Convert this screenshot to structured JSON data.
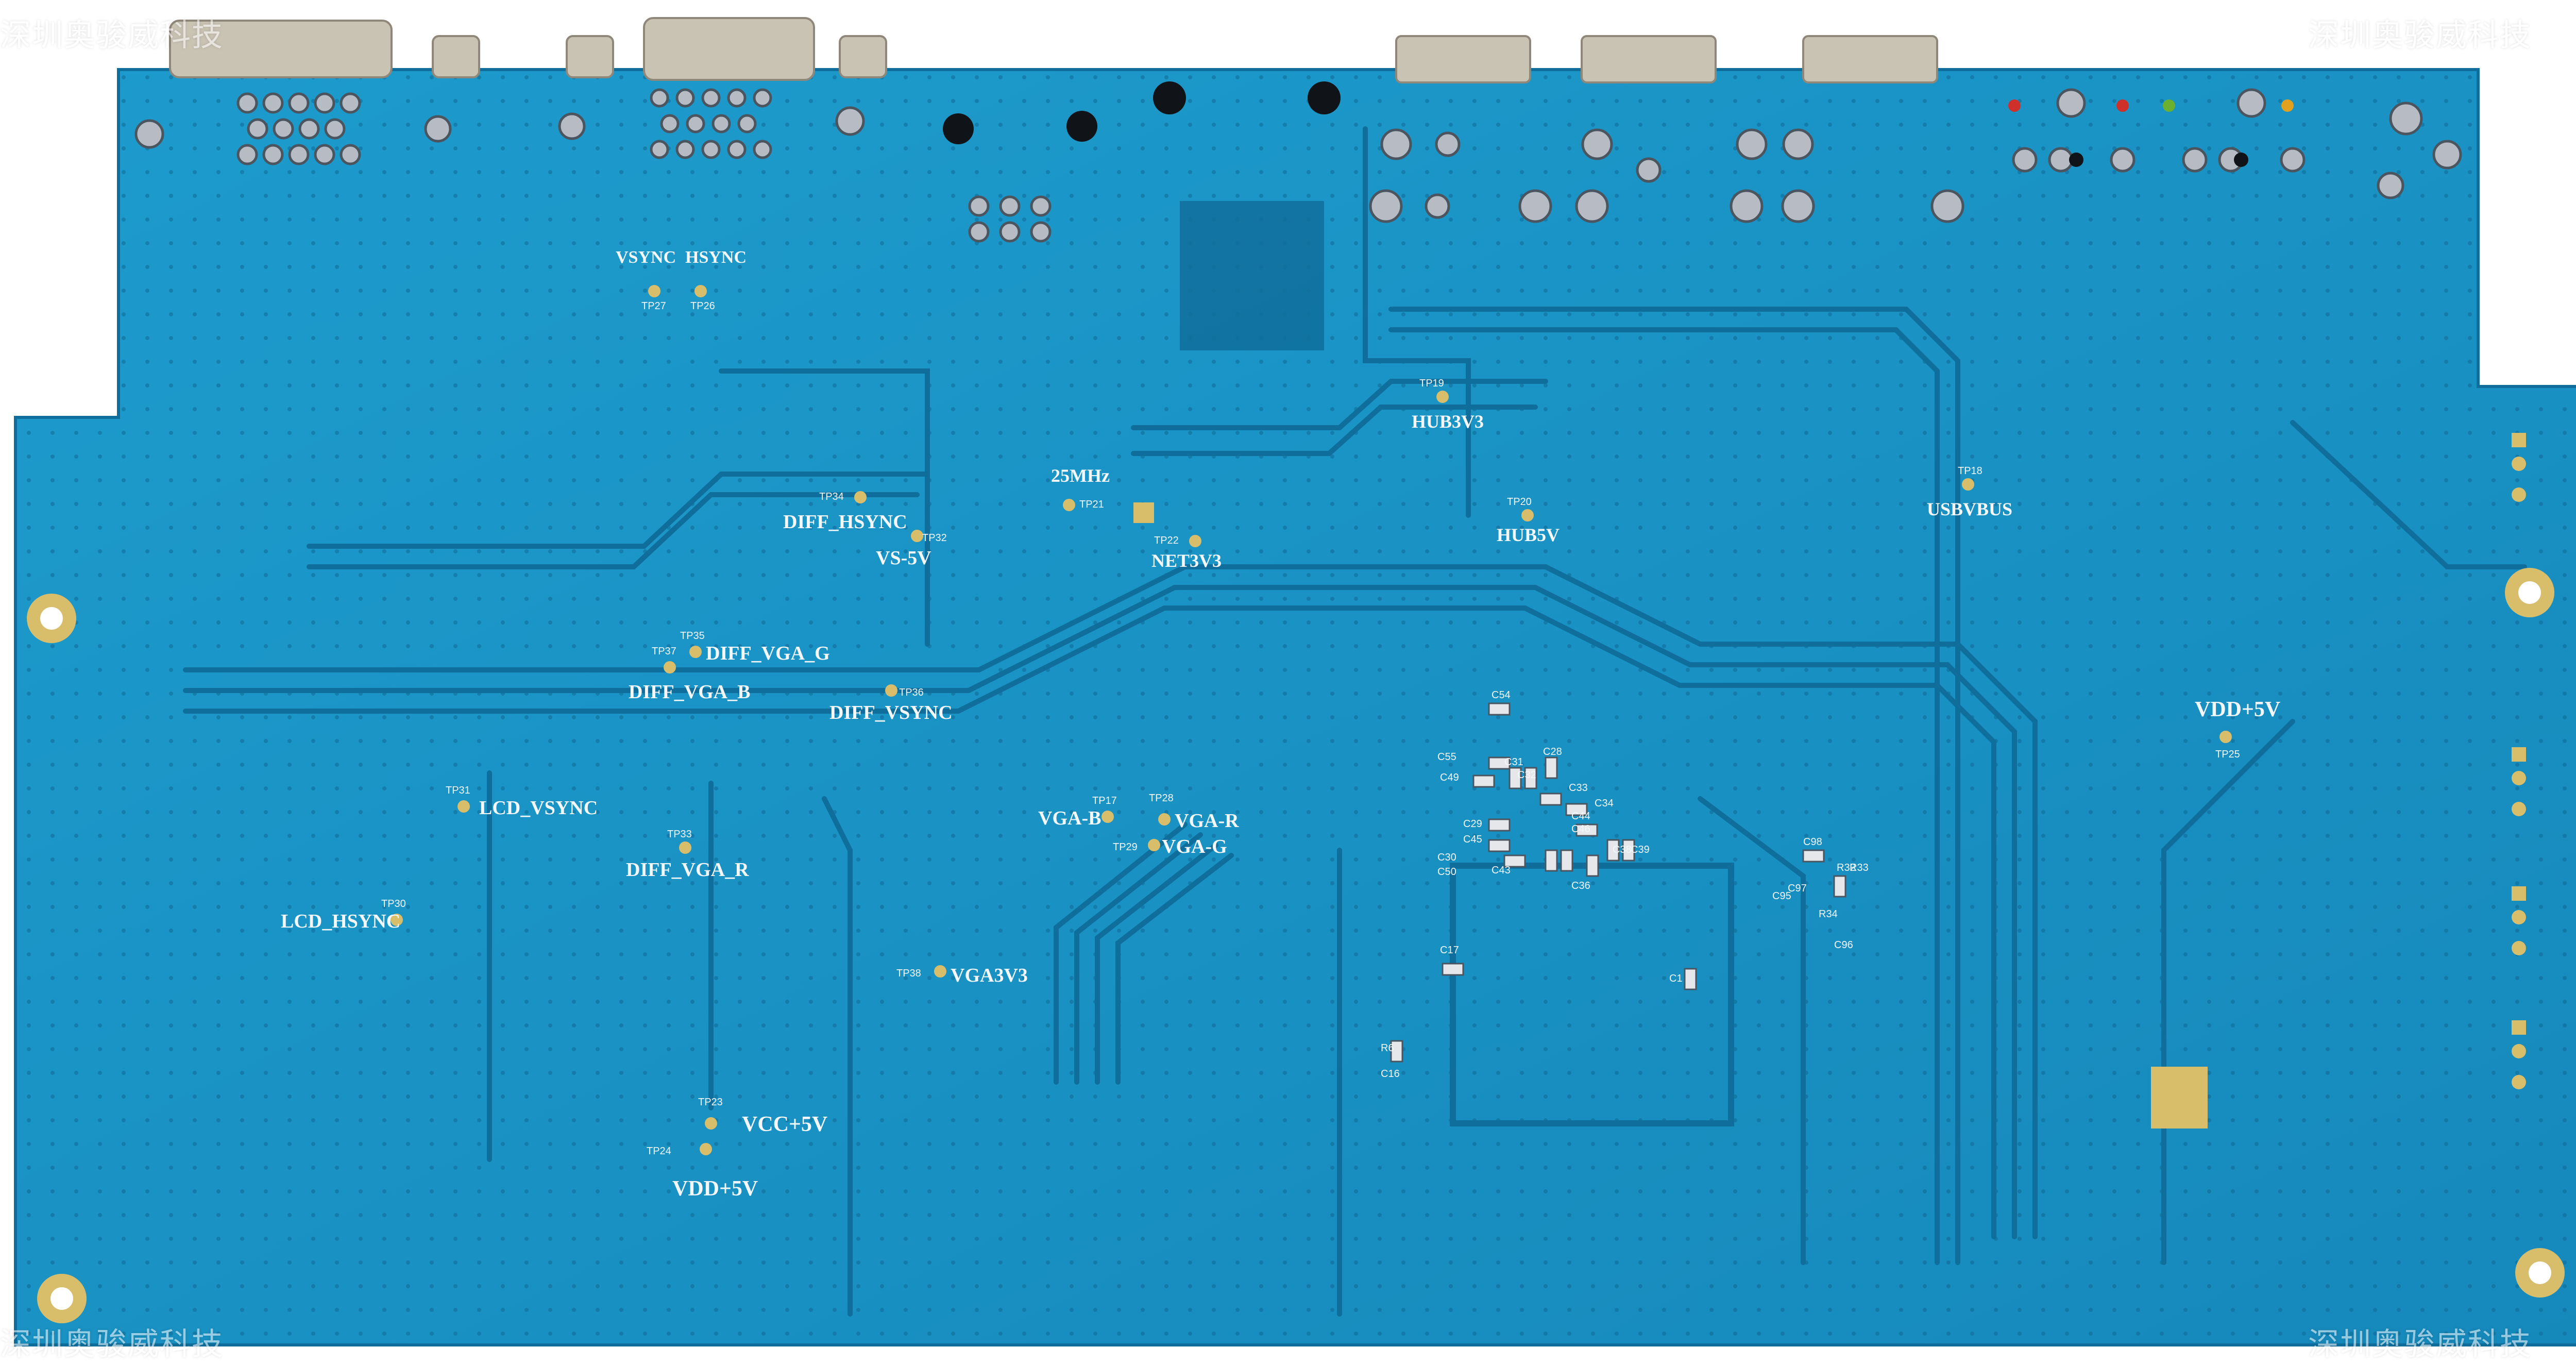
{
  "colors": {
    "board": "#1a93c4",
    "board_dark": "#1581b0",
    "trace": "#0f6e9b",
    "silk": "#f4f7f9",
    "pad": "#d8bd6a",
    "solder": "#b7bcc4",
    "solder_dark": "#4b5560",
    "background": "#ffffff"
  },
  "watermark": "深圳奥骏威科技",
  "test_points": [
    {
      "id": "TP27",
      "net": "VSYNC"
    },
    {
      "id": "TP26",
      "net": "HSYNC"
    },
    {
      "id": "TP19",
      "net": "HUB3V3"
    },
    {
      "id": "TP20",
      "net": "HUB5V"
    },
    {
      "id": "TP18",
      "net": "USBVBUS"
    },
    {
      "id": "TP21",
      "net": "25MHz"
    },
    {
      "id": "TP22",
      "net": "NET3V3"
    },
    {
      "id": "TP34",
      "net": "DIFF_HSYNC"
    },
    {
      "id": "TP32",
      "net": "VS-5V"
    },
    {
      "id": "TP35",
      "net": "DIFF_VGA_G"
    },
    {
      "id": "TP37",
      "net": "DIFF_VGA_B"
    },
    {
      "id": "TP36",
      "net": "DIFF_VSYNC"
    },
    {
      "id": "TP31",
      "net": "LCD_VSYNC"
    },
    {
      "id": "TP33",
      "net": "DIFF_VGA_R"
    },
    {
      "id": "TP30",
      "net": "LCD_HSYNC"
    },
    {
      "id": "TP17",
      "net": "VGA-B"
    },
    {
      "id": "TP28",
      "net": "VGA-R"
    },
    {
      "id": "TP29",
      "net": "VGA-G"
    },
    {
      "id": "TP38",
      "net": "VGA3V3"
    },
    {
      "id": "TP23",
      "net": "VCC+5V"
    },
    {
      "id": "TP24",
      "net": "VDD+5V"
    },
    {
      "id": "TP25",
      "net": "VDD+5V"
    }
  ],
  "components": [
    "C54",
    "C55",
    "C49",
    "C31",
    "C32",
    "C28",
    "C33",
    "C34",
    "C29",
    "C45",
    "C44",
    "C46",
    "C30",
    "C50",
    "C43",
    "C36",
    "C38",
    "C39",
    "C98",
    "C95",
    "C97",
    "C96",
    "C17",
    "C1",
    "C16",
    "R6",
    "R32",
    "R33",
    "R34"
  ]
}
